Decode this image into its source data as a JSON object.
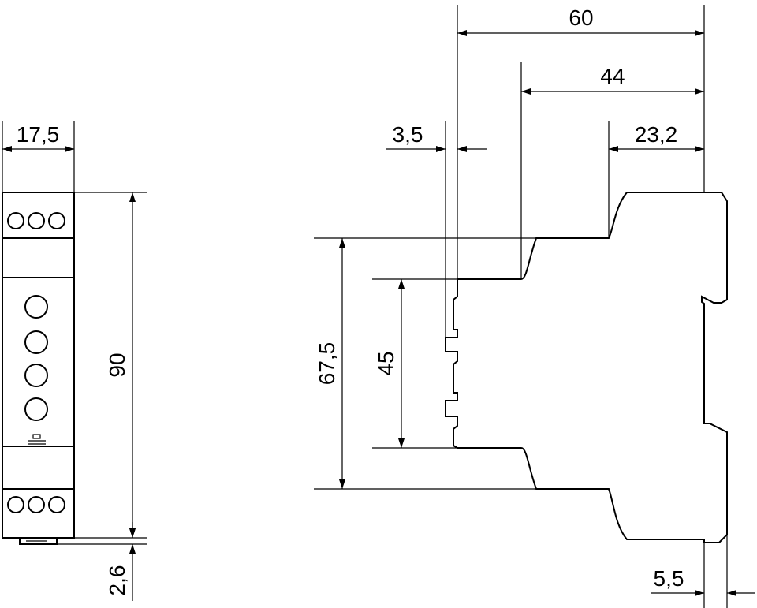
{
  "figure": {
    "front_view": {
      "dimensions": {
        "width": "17,5",
        "height": "90",
        "rail_offset": "2,6"
      }
    },
    "side_view": {
      "dimensions": {
        "depth_total": "60",
        "depth_front": "44",
        "depth_rail": "23,2",
        "front_step": "3,5",
        "height_middle": "67,5",
        "height_front": "45",
        "rail_clip": "5,5"
      }
    }
  }
}
